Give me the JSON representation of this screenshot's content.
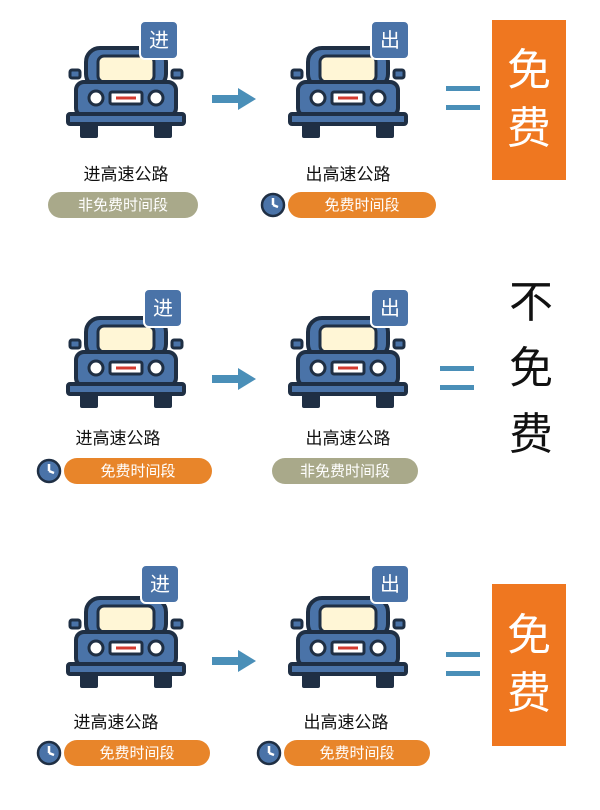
{
  "scenarios": [
    {
      "entry": {
        "tag": "进",
        "caption": "进高速公路",
        "time": "非免费时间段",
        "time_type": "gray"
      },
      "exit": {
        "tag": "出",
        "caption": "出高速公路",
        "time": "免费时间段",
        "time_type": "orange"
      },
      "result": {
        "chars": [
          "免",
          "费"
        ],
        "boxed": true
      }
    },
    {
      "entry": {
        "tag": "进",
        "caption": "进高速公路",
        "time": "免费时间段",
        "time_type": "orange"
      },
      "exit": {
        "tag": "出",
        "caption": "出高速公路",
        "time": "非免费时间段",
        "time_type": "gray"
      },
      "result": {
        "chars": [
          "不",
          "免",
          "费"
        ],
        "boxed": false
      }
    },
    {
      "entry": {
        "tag": "进",
        "caption": "进高速公路",
        "time": "免费时间段",
        "time_type": "orange"
      },
      "exit": {
        "tag": "出",
        "caption": "出高速公路",
        "time": "免费时间段",
        "time_type": "orange"
      },
      "result": {
        "chars": [
          "免",
          "费"
        ],
        "boxed": true
      }
    }
  ],
  "colors": {
    "car_body": "#4a73a8",
    "free_orange": "#e8852a",
    "non_free_gray": "#a9a98a",
    "result_orange": "#ef7720",
    "equals_blue": "#4a8fb8"
  },
  "icons": [
    "car-icon",
    "clock-icon",
    "arrow-right-icon",
    "equals-icon"
  ]
}
